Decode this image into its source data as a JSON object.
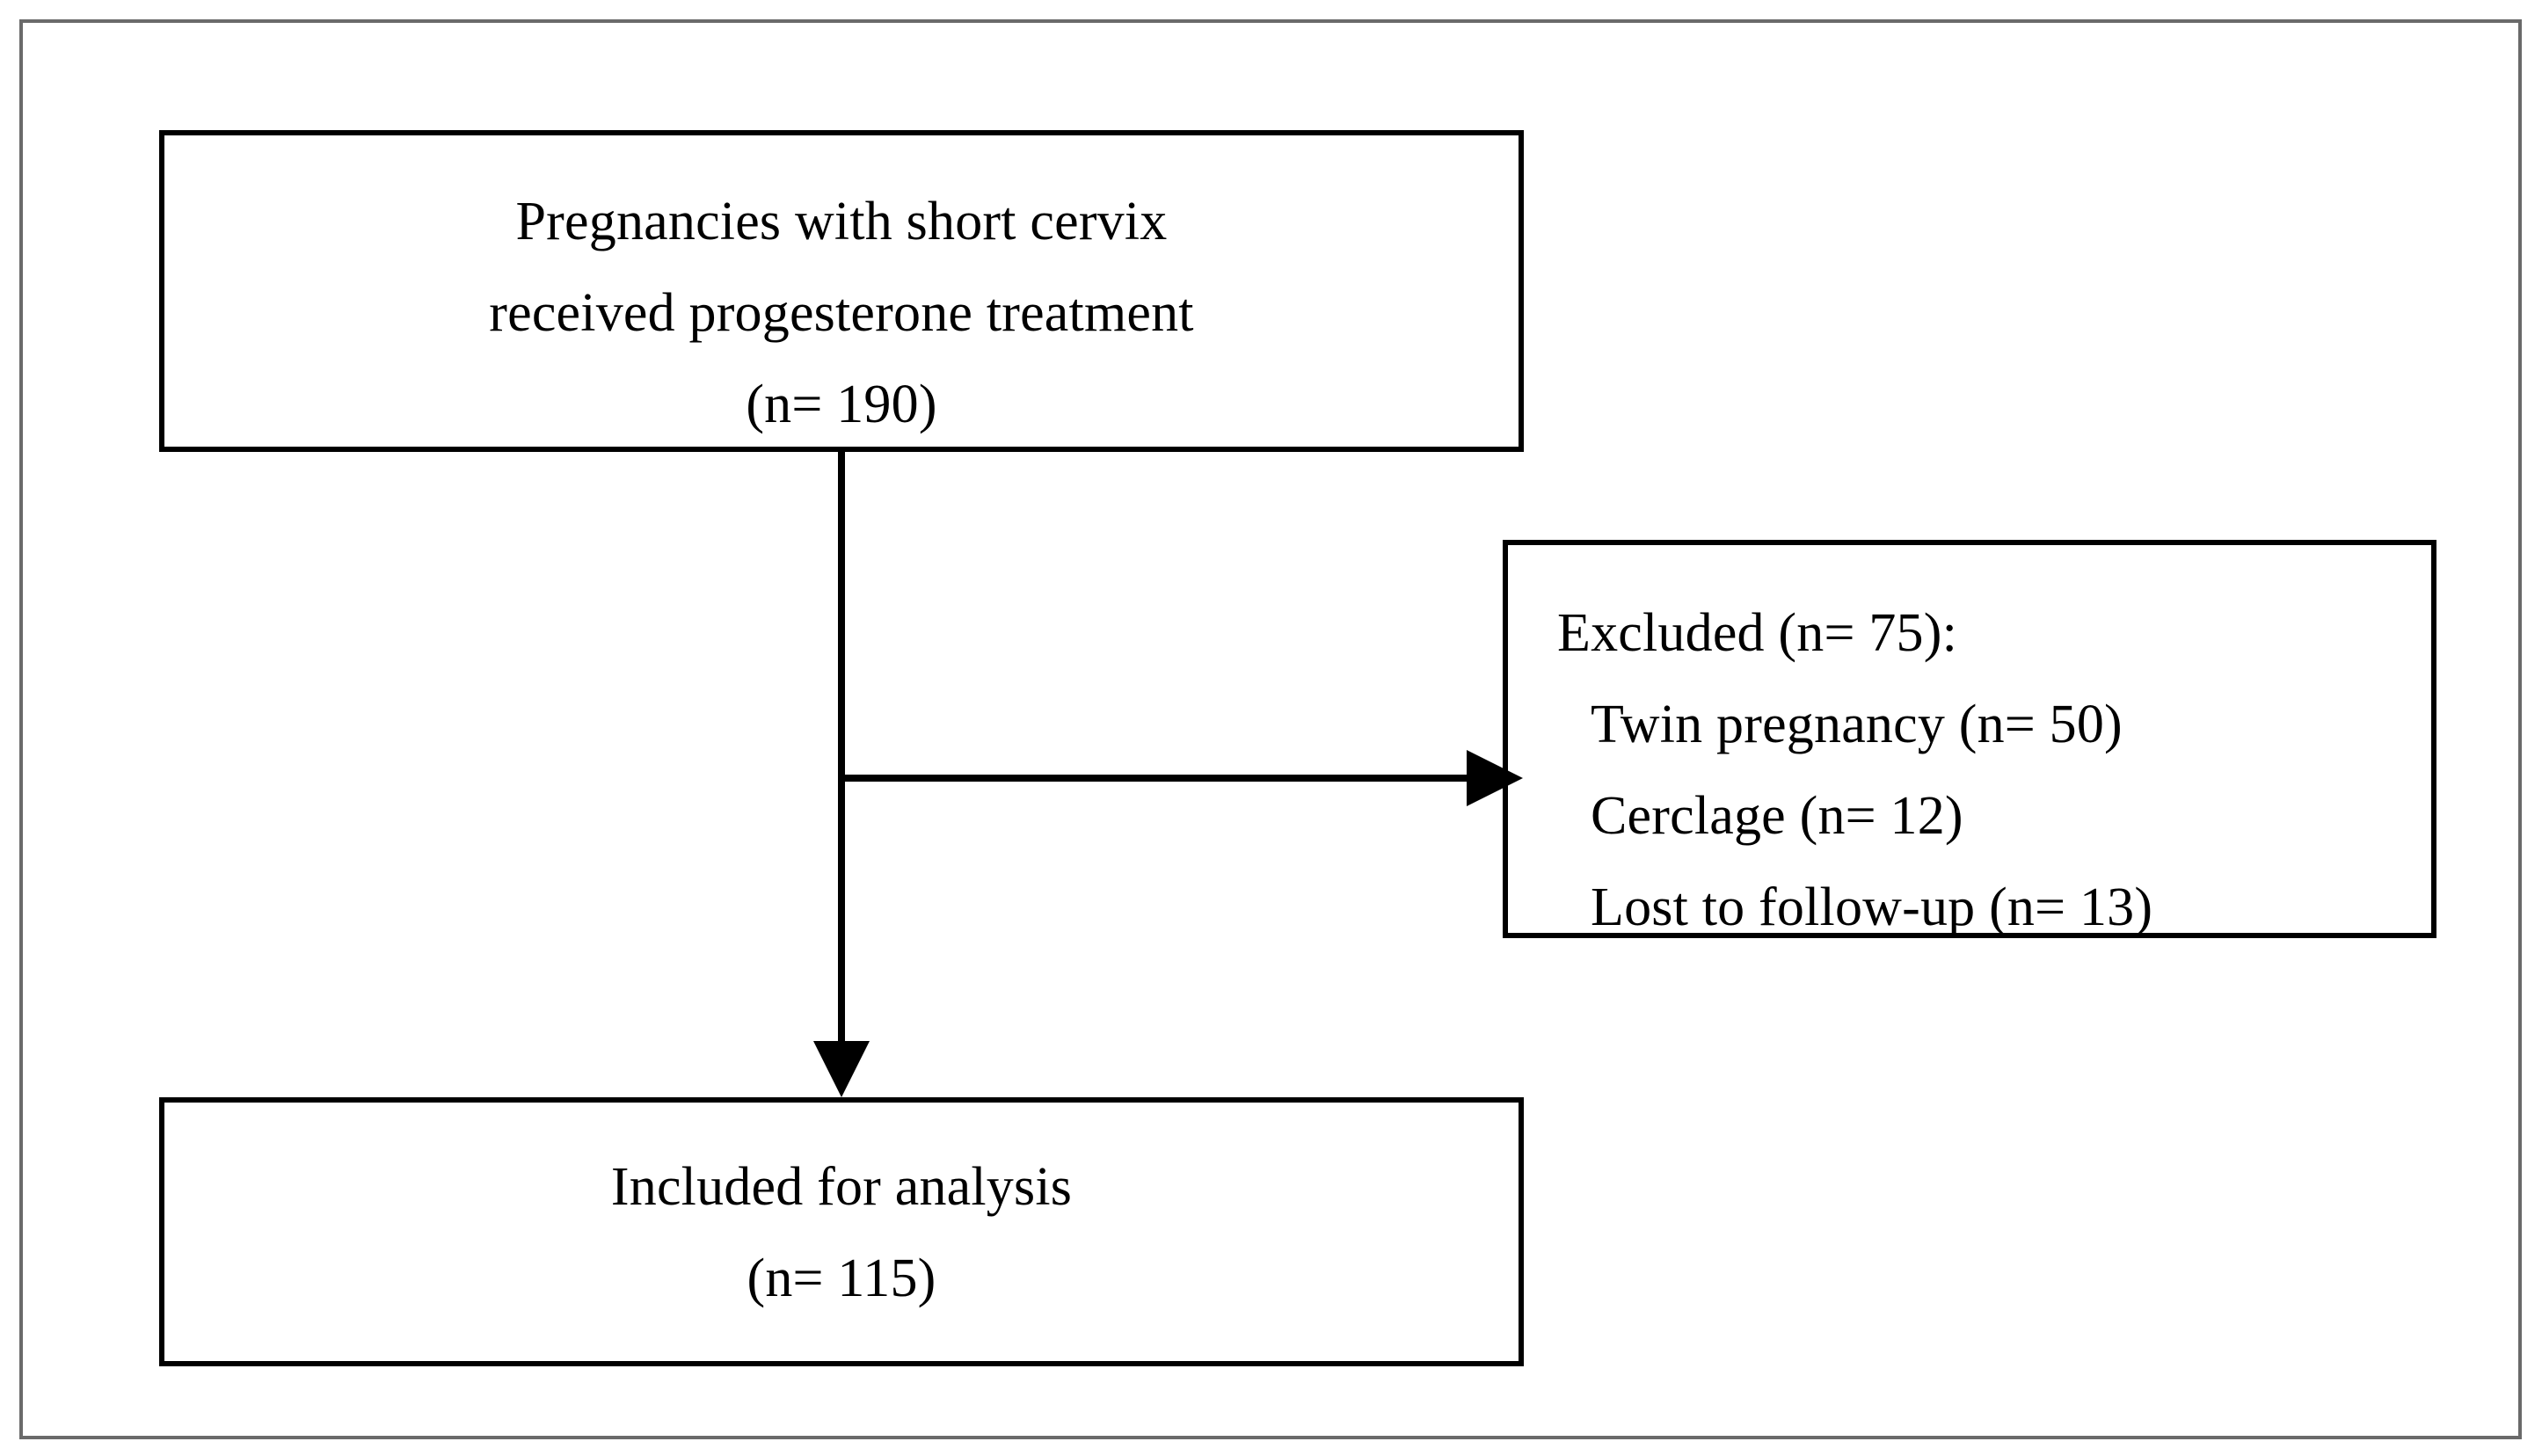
{
  "diagram": {
    "type": "flowchart",
    "title": "Participant flow diagram",
    "colors": {
      "background": "#ffffff",
      "box_border": "#000000",
      "outer_frame": "#6a6a6a",
      "text": "#000000",
      "connector": "#000000"
    },
    "boxes": {
      "enrolled": {
        "name": "enrolled-box",
        "lines": [
          "Pregnancies with short cervix",
          "received progesterone treatment",
          "(n= 190)"
        ],
        "n": 190,
        "align": "center"
      },
      "excluded": {
        "name": "excluded-box",
        "heading": "Excluded (n= 75):",
        "n": 75,
        "align": "left",
        "reasons": [
          {
            "label": "Twin pregnancy (n= 50)",
            "reason": "Twin pregnancy",
            "n": 50
          },
          {
            "label": "Cerclage (n= 12)",
            "reason": "Cerclage",
            "n": 12
          },
          {
            "label": "Lost to follow-up (n= 13)",
            "reason": "Lost to follow-up",
            "n": 13
          }
        ]
      },
      "included": {
        "name": "included-box",
        "lines": [
          "Included for analysis",
          "(n= 115)"
        ],
        "n": 115,
        "align": "center"
      }
    },
    "connectors": [
      {
        "name": "enrolled-to-included",
        "from": "enrolled",
        "to": "included",
        "direction": "down",
        "arrowhead": "down-arrowhead"
      },
      {
        "name": "enrolled-to-excluded",
        "from": "enrolled",
        "to": "excluded",
        "direction": "right",
        "arrowhead": "right-arrowhead"
      }
    ]
  }
}
